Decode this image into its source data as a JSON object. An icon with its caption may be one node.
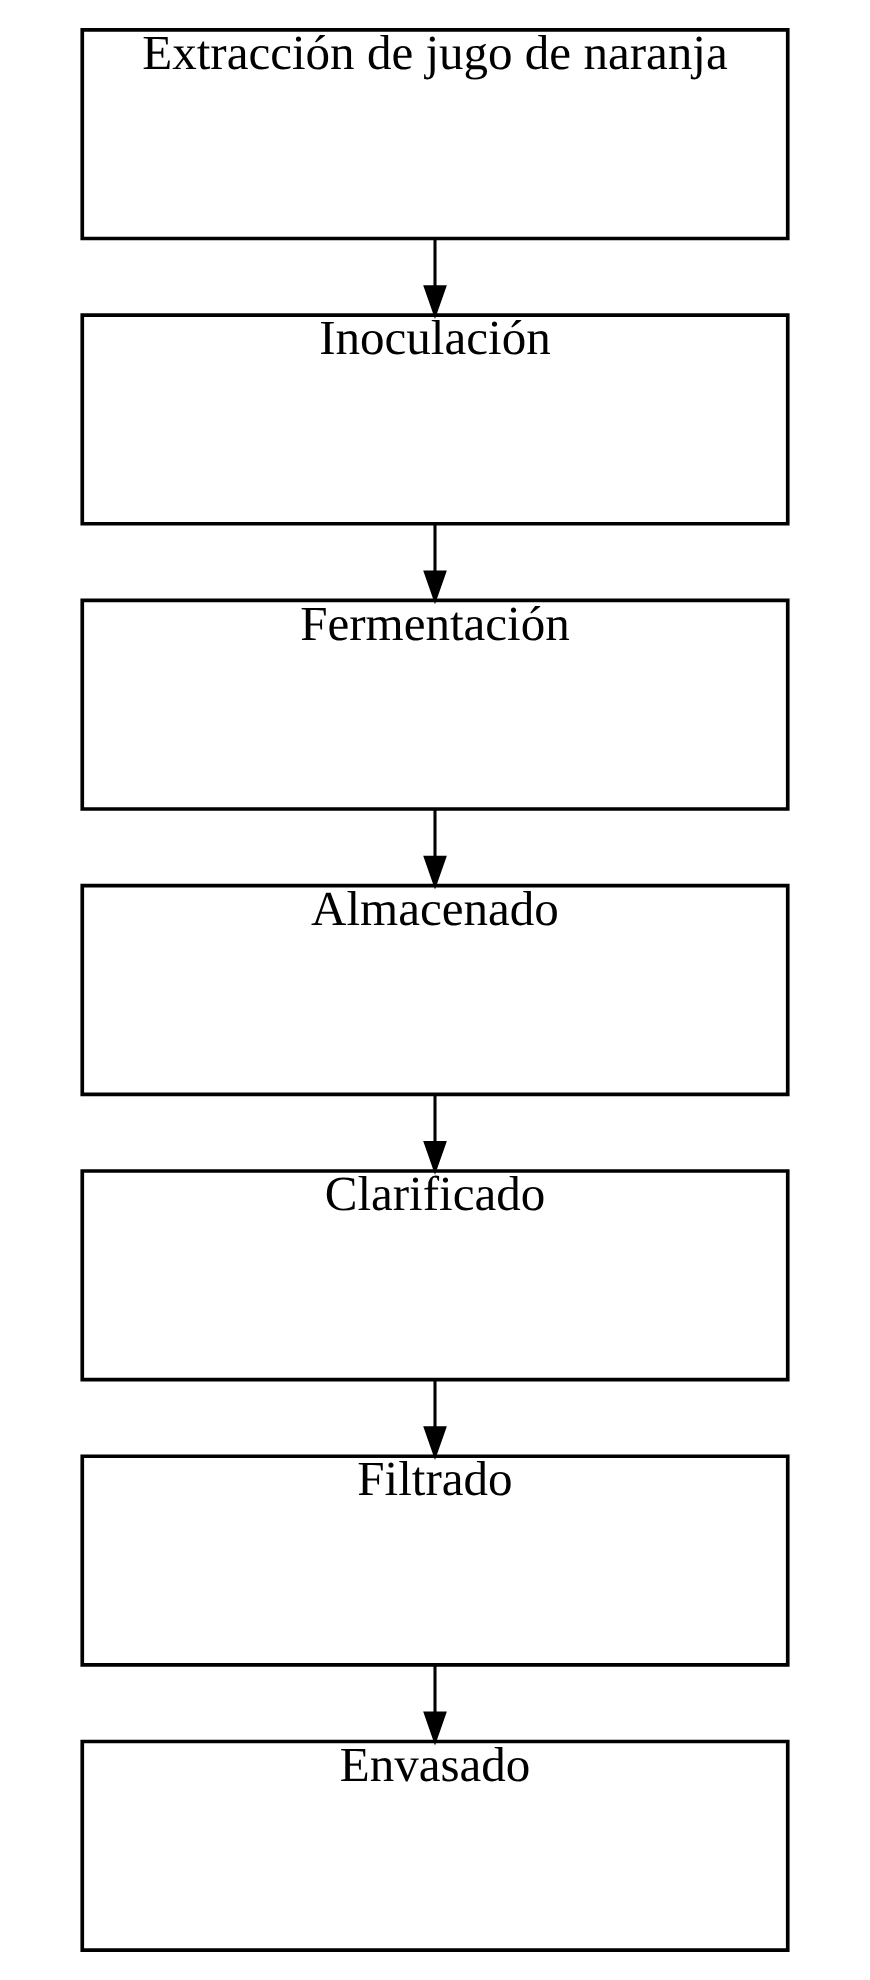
{
  "diagram": {
    "nodes": [
      {
        "text": [
          "Extracción de jugo de naranja"
        ]
      },
      {
        "text": [
          "Inoculación"
        ]
      },
      {
        "text": [
          "Fermentación"
        ]
      },
      {
        "text": [
          "Almacenado"
        ]
      },
      {
        "text": [
          "Clarificado"
        ]
      },
      {
        "text": [
          "Filtrado"
        ]
      },
      {
        "text": [
          "Envasado"
        ]
      }
    ],
    "edges": [
      {
        "from": 0,
        "to": 1,
        "arrow": "to"
      },
      {
        "from": 1,
        "to": 2,
        "arrow": "to"
      },
      {
        "from": 2,
        "to": 3,
        "arrow": "to"
      },
      {
        "from": 3,
        "to": 4,
        "arrow": "to"
      },
      {
        "from": 4,
        "to": 5,
        "arrow": "to"
      },
      {
        "from": 5,
        "to": 6,
        "arrow": "to"
      }
    ]
  }
}
